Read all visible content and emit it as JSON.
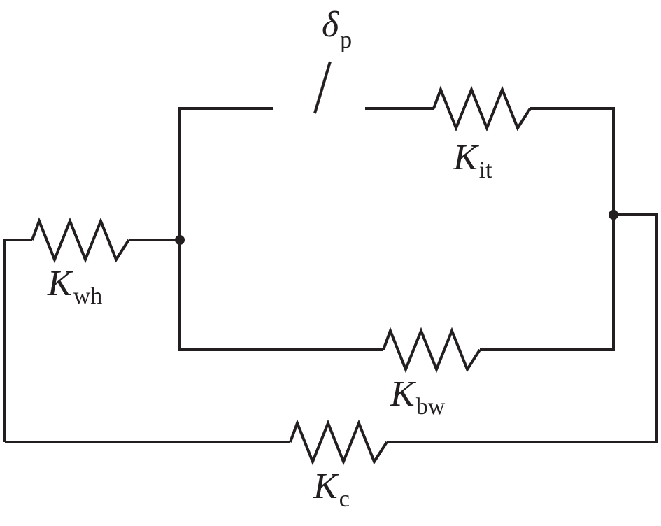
{
  "diagram": {
    "gap": {
      "symbol": "δ",
      "subscript": "p"
    },
    "springs": {
      "it": {
        "symbol": "K",
        "subscript": "it"
      },
      "wh": {
        "symbol": "K",
        "subscript": "wh"
      },
      "bw": {
        "symbol": "K",
        "subscript": "bw"
      },
      "c": {
        "symbol": "K",
        "subscript": "c"
      }
    }
  }
}
